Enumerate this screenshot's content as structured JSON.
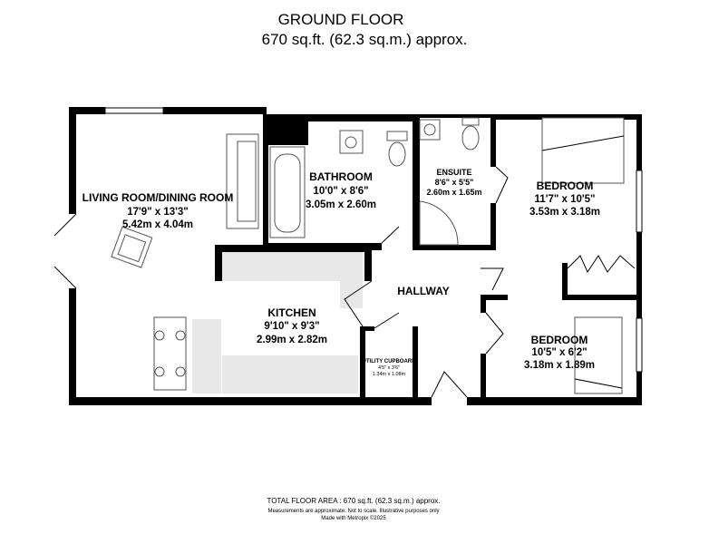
{
  "header": {
    "title": "GROUND FLOOR",
    "area": "670 sq.ft. (62.3 sq.m.) approx."
  },
  "rooms": {
    "living": {
      "name": "LIVING ROOM/DINING ROOM",
      "imperial": "17'9\"  x 13'3\"",
      "metric": "5.42m  x 4.04m"
    },
    "bathroom": {
      "name": "BATHROOM",
      "imperial": "10'0\"  x 8'6\"",
      "metric": "3.05m  x 2.60m"
    },
    "ensuite": {
      "name": "ENSUITE",
      "imperial": "8'6\"  x 5'5\"",
      "metric": "2.60m  x 1.65m"
    },
    "bedroom1": {
      "name": "BEDROOM",
      "imperial": "11'7\"  x 10'5\"",
      "metric": "3.53m  x 3.18m"
    },
    "kitchen": {
      "name": "KITCHEN",
      "imperial": "9'10\"  x 9'3\"",
      "metric": "2.99m  x 2.82m"
    },
    "hallway": {
      "name": "HALLWAY"
    },
    "utility": {
      "name": "UTILITY CUPBOARD",
      "imperial": "4'5\"  x 3'6\"",
      "metric": "1.34m  x 1.08m"
    },
    "bedroom2": {
      "name": "BEDROOM",
      "imperial": "10'5\"  x 6'2\"",
      "metric": "3.18m  x 1.89m"
    }
  },
  "footer": {
    "total": "TOTAL FLOOR AREA : 670 sq.ft. (62.3 sq.m.) approx.",
    "disclaimer": "Measurements are approximate.  Not to scale.  Illustrative purposes only",
    "credit": "Made with Metropix ©2025"
  }
}
